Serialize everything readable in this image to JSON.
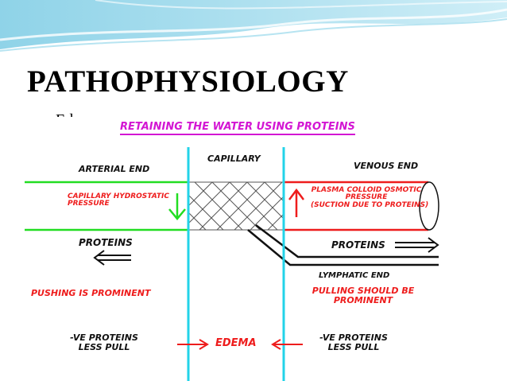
{
  "slide": {
    "title": "PATHOPHYSIOLOGY",
    "bullet_text": "Ed"
  },
  "diagram": {
    "title": "RETAINING THE WATER USING PROTEINS",
    "capillary_label": "CAPILLARY",
    "arterial_end_label": "ARTERIAL END",
    "venous_end_label": "VENOUS END",
    "hydrostatic_line1": "CAPILLARY HYDROSTATIC",
    "hydrostatic_line2": "PRESSURE",
    "osmotic_line1": "PLASMA COLLOID OSMOTIC",
    "osmotic_line2": "PRESSURE",
    "osmotic_line3": "(SUCTION DUE TO PROTEINS)",
    "proteins_left": "PROTEINS",
    "proteins_right": "PROTEINS",
    "lymphatic_label": "LYMPHATIC END",
    "pushing_label": "PUSHING IS PROMINENT",
    "pulling_line1": "PULLING SHOULD BE",
    "pulling_line2": "PROMINENT",
    "left_bottom_line1": "-VE PROTEINS",
    "left_bottom_line2": "LESS PULL",
    "right_bottom_line1": "-VE PROTEINS",
    "right_bottom_line2": "LESS PULL",
    "edema_label": "EDEMA"
  },
  "colors": {
    "accent": "#2aa8c4",
    "title_magenta": "#d316d3",
    "arterial_green": "#22dd22",
    "venous_red": "#ee1c1c",
    "boundary_cyan": "#22d3e8"
  }
}
